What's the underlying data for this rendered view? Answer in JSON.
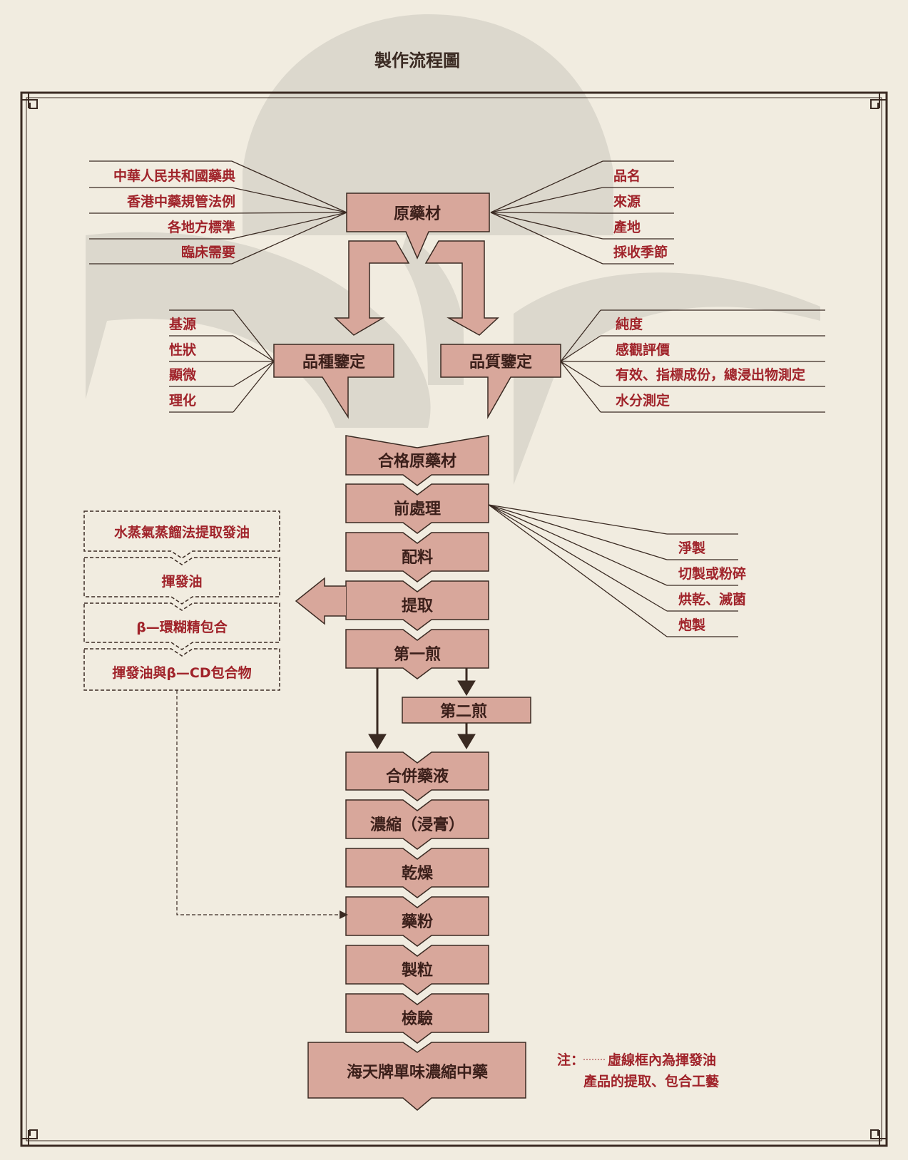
{
  "title": "製作流程圖",
  "colors": {
    "background": "#f1ece0",
    "box_fill": "#d8a79b",
    "box_stroke": "#3a2a22",
    "label_text": "#a0232a",
    "watermark": "#d9d5ca"
  },
  "raw_material": "原藥材",
  "left_standards": [
    "中華人民共和國藥典",
    "香港中藥規管法例",
    "各地方標準",
    "臨床需要"
  ],
  "right_attributes": [
    "品名",
    "來源",
    "產地",
    "採收季節"
  ],
  "species_id": {
    "label": "品種鑒定",
    "items": [
      "基源",
      "性狀",
      "顯微",
      "理化"
    ]
  },
  "quality_id": {
    "label": "品質鑒定",
    "items": [
      "純度",
      "感觀評價",
      "有效、指標成份，總浸出物測定",
      "水分測定"
    ]
  },
  "main_steps": {
    "qualified": "合格原藥材",
    "pretreatment": "前處理",
    "formulation": "配料",
    "extraction": "提取",
    "first_decoction": "第一煎",
    "second_decoction": "第二煎",
    "combined": "合併藥液",
    "concentrate": "濃縮（浸膏）",
    "drying": "乾燥",
    "powder": "藥粉",
    "granulation": "製粒",
    "inspection": "檢驗",
    "product": "海天牌單味濃縮中藥"
  },
  "pretreatment_items": [
    "淨製",
    "切製或粉碎",
    "烘乾、滅菌",
    "炮製"
  ],
  "volatile_oil_steps": [
    "水蒸氣蒸餾法提取發油",
    "揮發油",
    "β—環糊精包合",
    "揮發油與β—CD包合物"
  ],
  "note": {
    "prefix": "注：",
    "line1": "虛線框內為揮發油",
    "line2": "產品的提取、包合工藝"
  }
}
